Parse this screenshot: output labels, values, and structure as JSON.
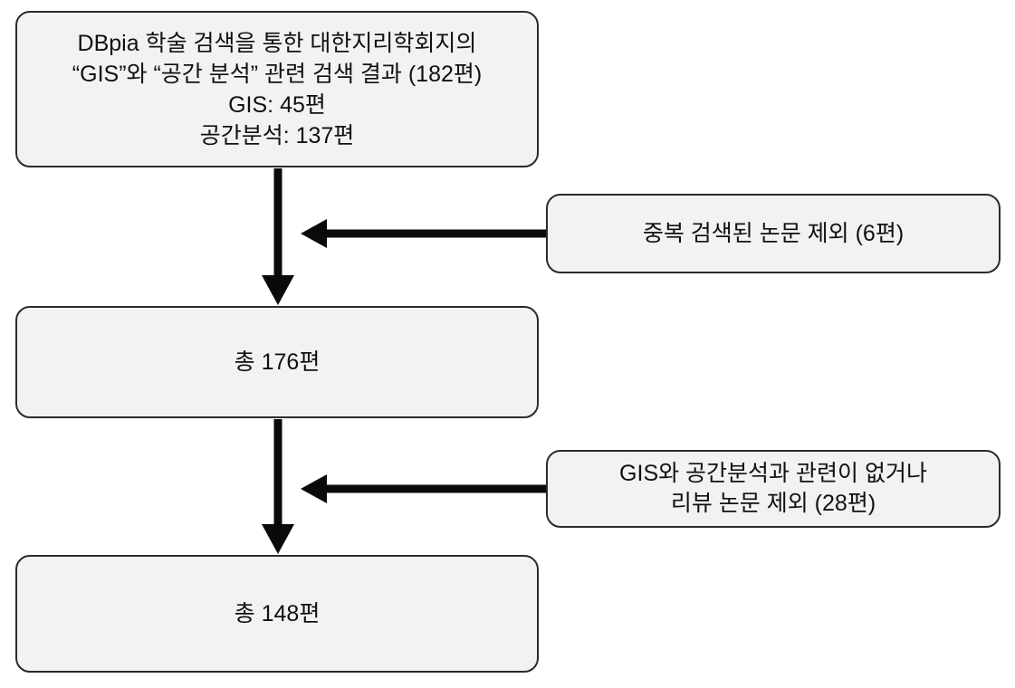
{
  "flow": {
    "source_box": {
      "lines": [
        "DBpia 학술 검색을 통한 대한지리학회지의",
        "“GIS”와 “공간 분석” 관련 검색 결과 (182편)",
        "GIS: 45편",
        "공간분석: 137편"
      ]
    },
    "exclusion_box_1": {
      "lines": [
        "중복 검색된 논문 제외 (6편)"
      ]
    },
    "total_box_1": {
      "label": "총 176편"
    },
    "exclusion_box_2": {
      "lines": [
        "GIS와 공간분석과 관련이 없거나",
        "리뷰 논문 제외 (28편)"
      ]
    },
    "total_box_2": {
      "label": "총 148편"
    },
    "colors": {
      "box_fill": "#f2f2f2",
      "box_border": "#2b2b2b",
      "arrow": "#0a0a0a",
      "text": "#111111",
      "background": "#ffffff"
    }
  }
}
